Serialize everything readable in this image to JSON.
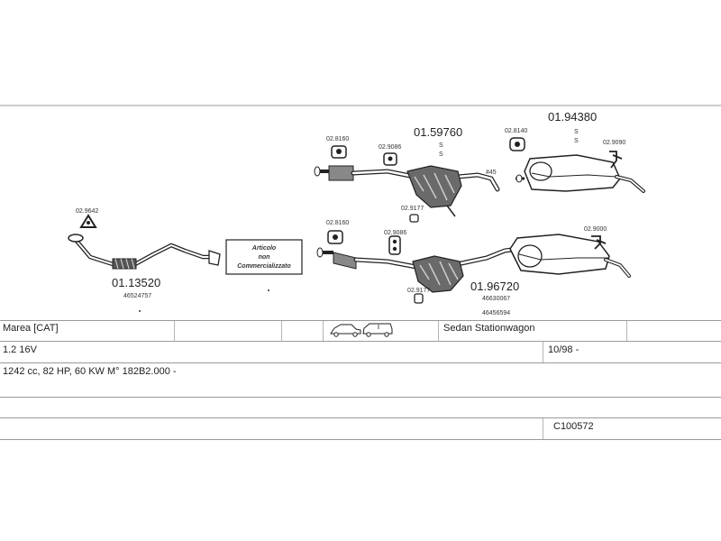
{
  "parts": {
    "front_pipe": {
      "number": "01.13520",
      "oem": "46524757"
    },
    "clamp_a": {
      "number": "02.9642"
    },
    "front_muffler_top": {
      "number": "01.59760",
      "variant": [
        "S",
        "S"
      ]
    },
    "rear_muffler_top": {
      "number": "01.94380",
      "variant": [
        "S",
        "S"
      ]
    },
    "front_muffler_bottom": {
      "number": "01.96720",
      "oem": [
        "46630067",
        "46456594"
      ]
    },
    "hanger_top_1": {
      "number": "02.8160"
    },
    "hanger_top_2": {
      "number": "02.9086"
    },
    "hanger_top_3": {
      "number": "02.8140"
    },
    "hanger_top_4": {
      "number": "02.9090"
    },
    "clamp_top": {
      "number": "02.9177"
    },
    "diameter_mark": {
      "text": "#45"
    },
    "hanger_bot_1": {
      "number": "02.8160"
    },
    "hanger_bot_2": {
      "number": "02.9086"
    },
    "clamp_bot": {
      "number": "02.9177"
    },
    "hanger_bot_3": {
      "number": "02.9000"
    }
  },
  "notice": {
    "line1": "Articolo",
    "line2": "non",
    "line3": "Commercializzato"
  },
  "info": {
    "model": "Marea  [CAT]",
    "body_types": "Sedan  Stationwagon",
    "engine": "1.2 16V",
    "date_range": "10/98 -",
    "specs": "1242 cc, 82 HP, 60 KW  M° 182B2.000 -",
    "code": "C100572"
  },
  "icons": [
    "sedan-car-icon",
    "stationwagon-car-icon"
  ]
}
